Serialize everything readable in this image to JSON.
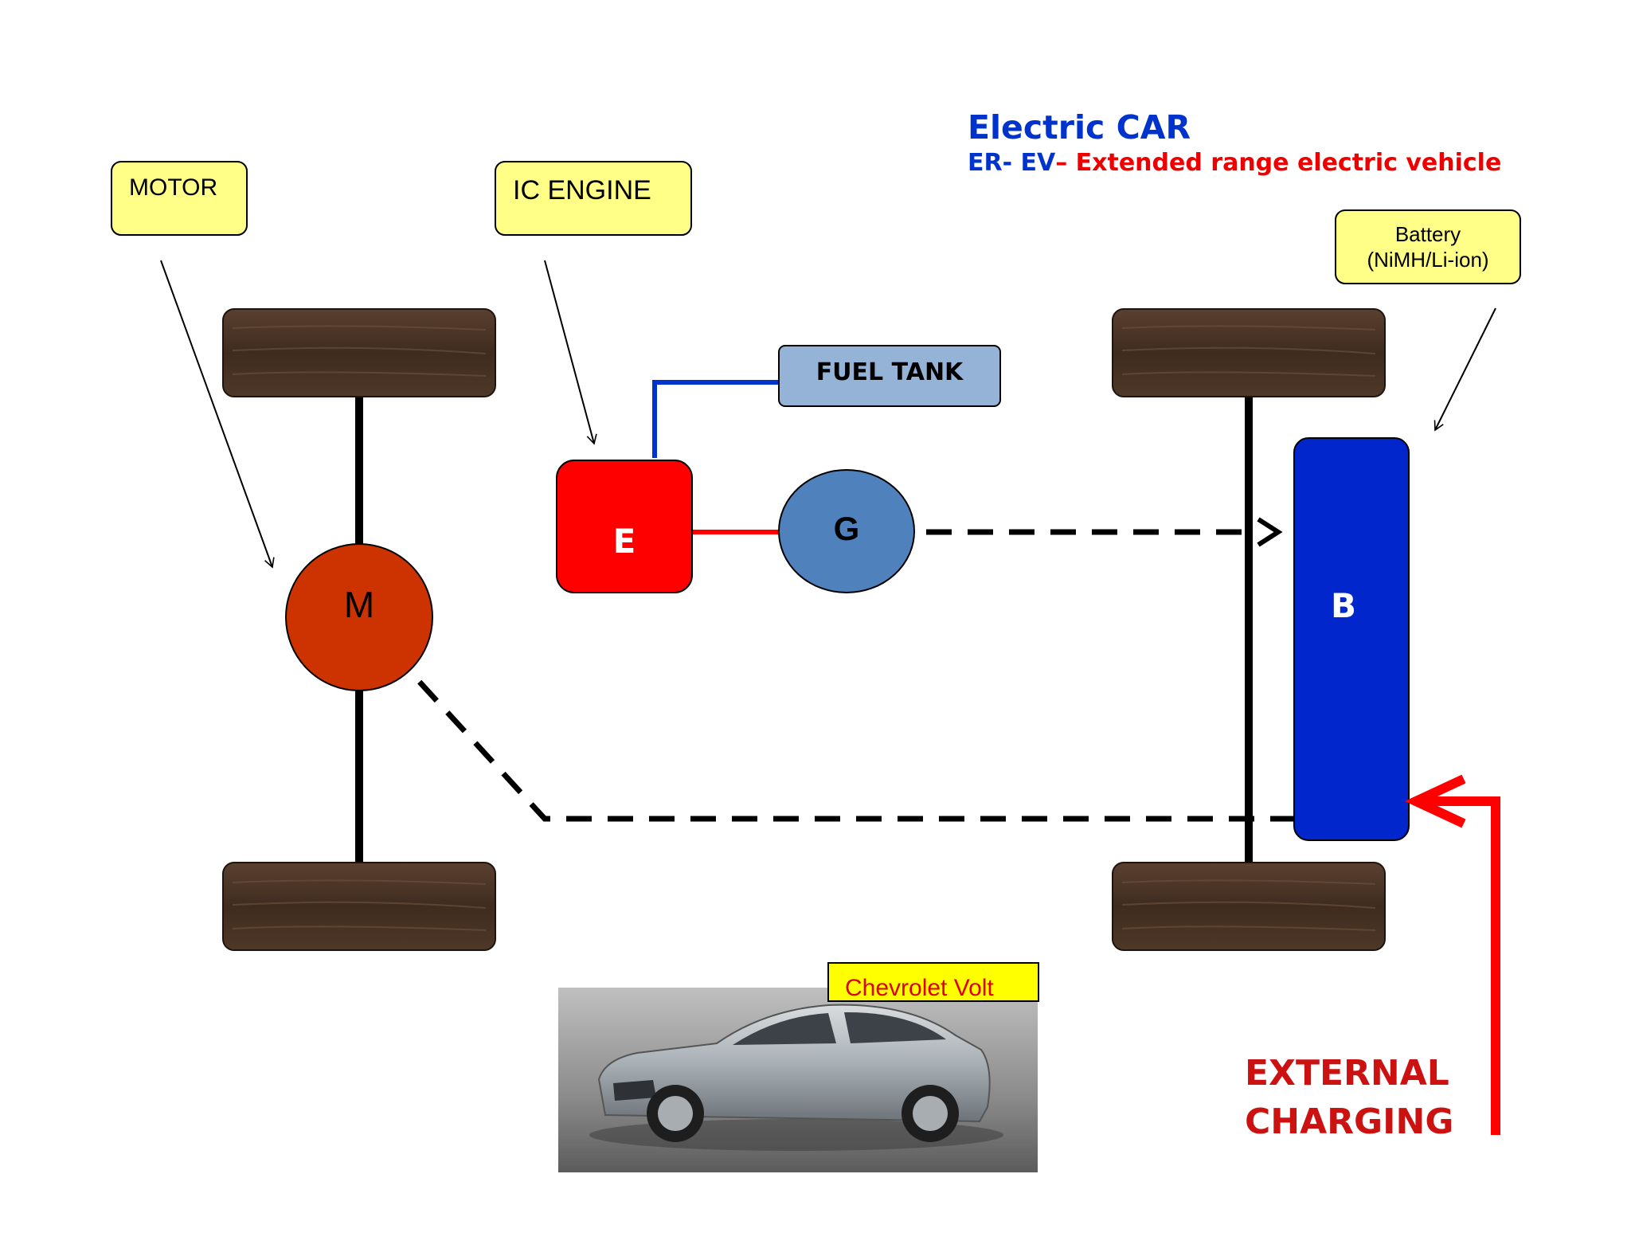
{
  "header": {
    "title": "Electric CAR",
    "subtitle_prefix": "ER- EV",
    "subtitle_suffix": "– Extended range electric vehicle"
  },
  "callouts": {
    "motor": "MOTOR",
    "ic_engine": "IC ENGINE",
    "battery_line1": "Battery",
    "battery_line2": "(NiMH/Li-ion)",
    "fuel_tank": "FUEL TANK",
    "chevrolet": "Chevrolet Volt"
  },
  "components": {
    "motor": "M",
    "engine": "E",
    "generator": "G",
    "battery": "B"
  },
  "external_charging": {
    "line1": "EXTERNAL",
    "line2": "CHARGING"
  },
  "colors": {
    "callout_fill": "#ffff88",
    "motor": "#cc3300",
    "engine": "#ff0000",
    "generator": "#4f81bd",
    "battery": "#0026cc",
    "fuel_tank": "#95b3d7",
    "wheel": "#4a3425",
    "title_blue": "#0033cc",
    "title_red": "#ee0000",
    "charging_red": "#cc1111"
  },
  "icons": {
    "photo": "car-photo"
  }
}
